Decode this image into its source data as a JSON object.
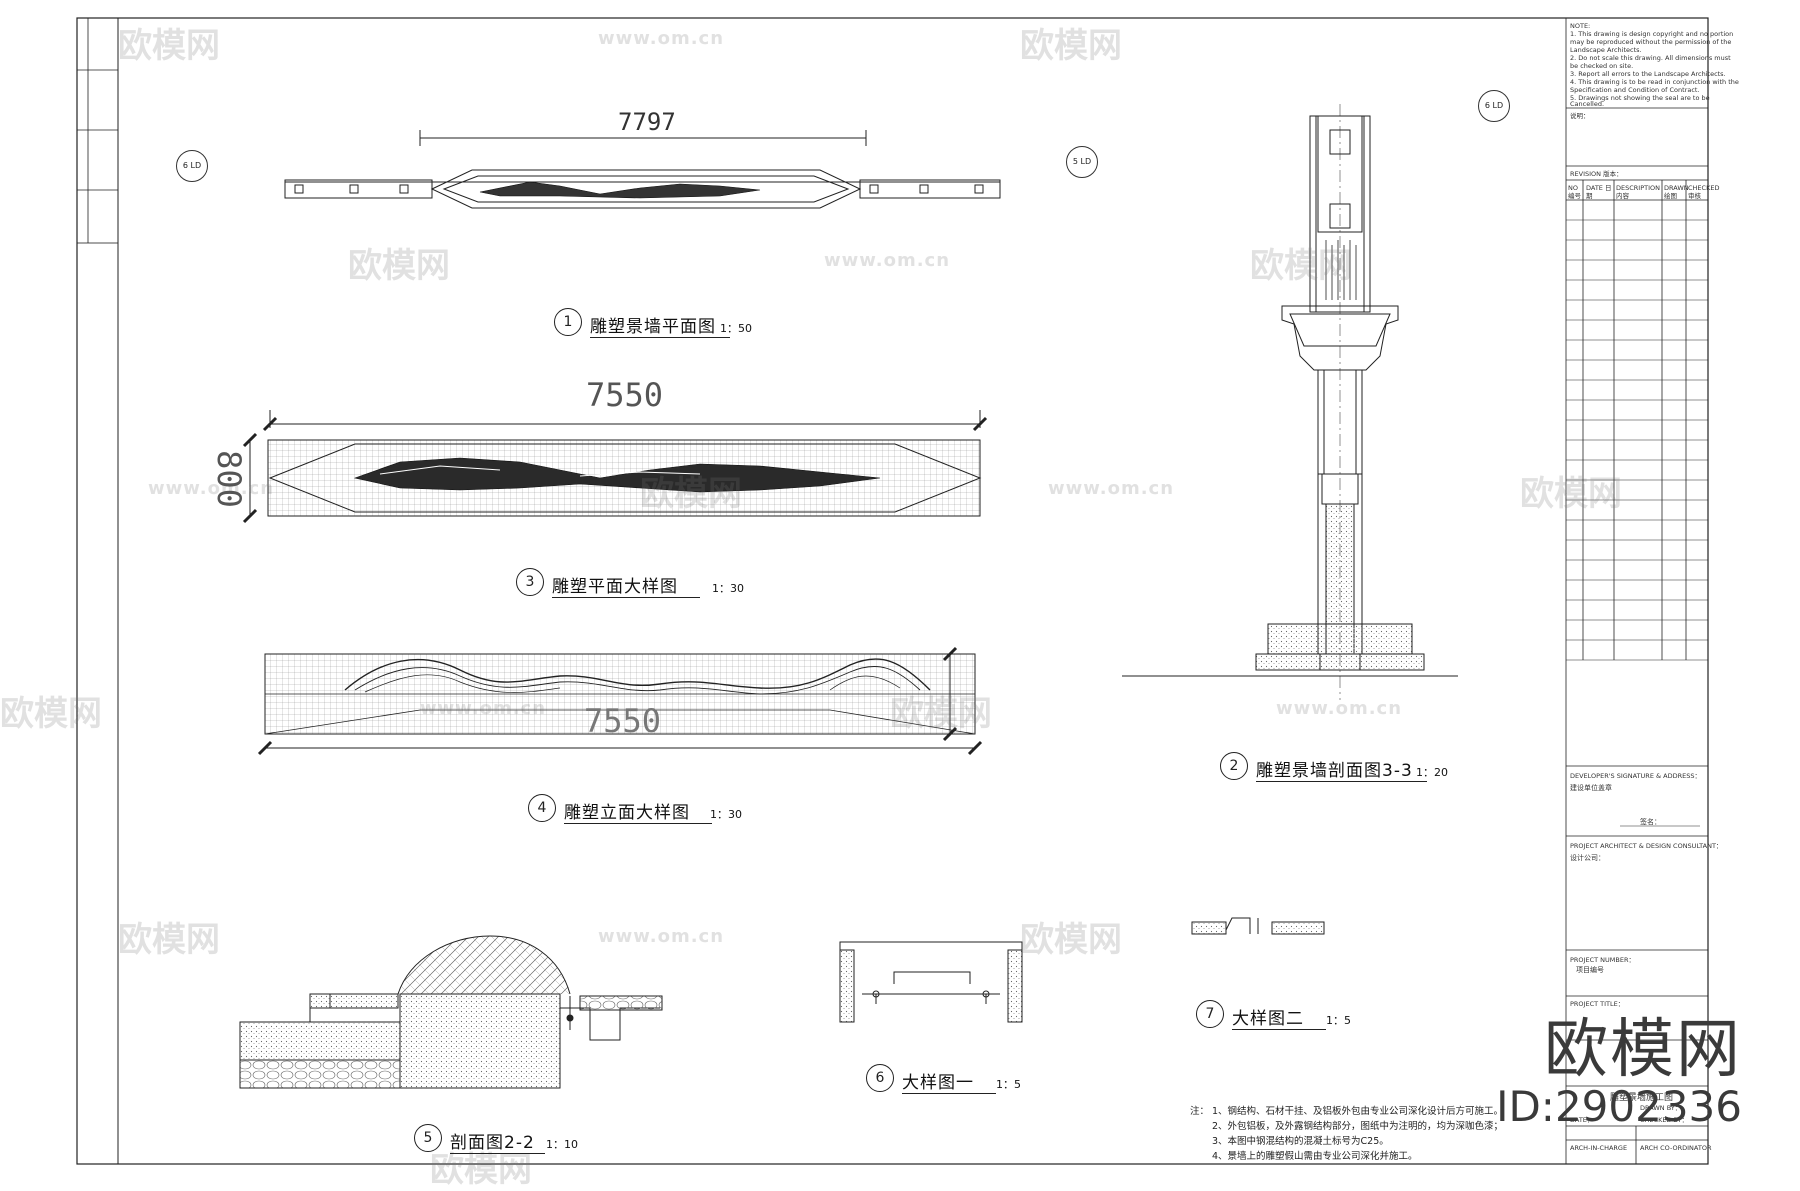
{
  "drawings": {
    "plan": {
      "num": "1",
      "title": "雕塑景墙平面图",
      "scale": "1：50",
      "dim": "7797",
      "ref_left": "6 LD",
      "ref_right": "5 LD"
    },
    "detail_plan": {
      "num": "3",
      "title": "雕塑平面大样图",
      "scale": "1：30",
      "dim_width": "7550",
      "dim_height": "800"
    },
    "elevation": {
      "num": "4",
      "title": "雕塑立面大样图",
      "scale": "1：30",
      "dim_width": "7550"
    },
    "section33": {
      "num": "2",
      "title": "雕塑景墙剖面图3-3",
      "scale": "1：20",
      "ref": "6 LD"
    },
    "section22": {
      "num": "5",
      "title": "剖面图2-2",
      "scale": "1：10"
    },
    "detail1": {
      "num": "6",
      "title": "大样图一",
      "scale": "1：5"
    },
    "detail2": {
      "num": "7",
      "title": "大样图二",
      "scale": "1：5"
    }
  },
  "notes": {
    "prefix": "注：",
    "lines": [
      "1、钢结构、石材干挂、及铝板外包由专业公司深化设计后方可施工。",
      "2、外包铝板，及外露钢结构部分，图纸中为注明的，均为深咖色漆；",
      "3、本图中钢混结构的混凝土标号为C25。",
      "4、景墙上的雕塑假山需由专业公司深化并施工。"
    ]
  },
  "title_block": {
    "note_en": [
      "NOTE:",
      "1. This drawing is design copyright and no portion",
      "may be reproduced without the permission of the",
      "Landscape Architects.",
      "2. Do not scale this drawing. All dimensions must",
      "be checked on site.",
      "3. Report all errors to the Landscape Architects.",
      "4. This drawing is to be read in conjunction with the",
      "Specification and Condition of Contract.",
      "5. Drawings not showing the seal are to be",
      "Cancelled."
    ],
    "note_cn_label": "说明：",
    "revision_label": "REVISION 版本：",
    "revision_cols": [
      "NO 编号",
      "DATE 日期",
      "DESCRIPTION 内容",
      "DRAWN 绘图",
      "CHECKED 审核"
    ],
    "developer_label": "DEVELOPER'S SIGNATURE & ADDRESS：",
    "developer_value": "建设单位盖章",
    "sign_label": "签名：",
    "architect_label": "PROJECT ARCHITECT & DESIGN CONSULTANT：",
    "architect_value": "设计公司：",
    "project_number_label": "PROJECT NUMBER：",
    "project_number_value": "项目编号",
    "project_title_label": "PROJECT TITLE：",
    "drawing_title_value": "雕塑景墙施工图",
    "drawn_label": "DRAWN BY：",
    "date_label": "DATE：",
    "checked_label": "CHECKED BY：",
    "arch_in_charge": "ARCH-IN-CHARGE",
    "arch_coordinator": "ARCH CO-ORDINATOR"
  },
  "watermark": {
    "cn": "欧模网",
    "url": "www.om.cn"
  },
  "brand": {
    "name": "欧模网",
    "id": "ID:2902336"
  }
}
